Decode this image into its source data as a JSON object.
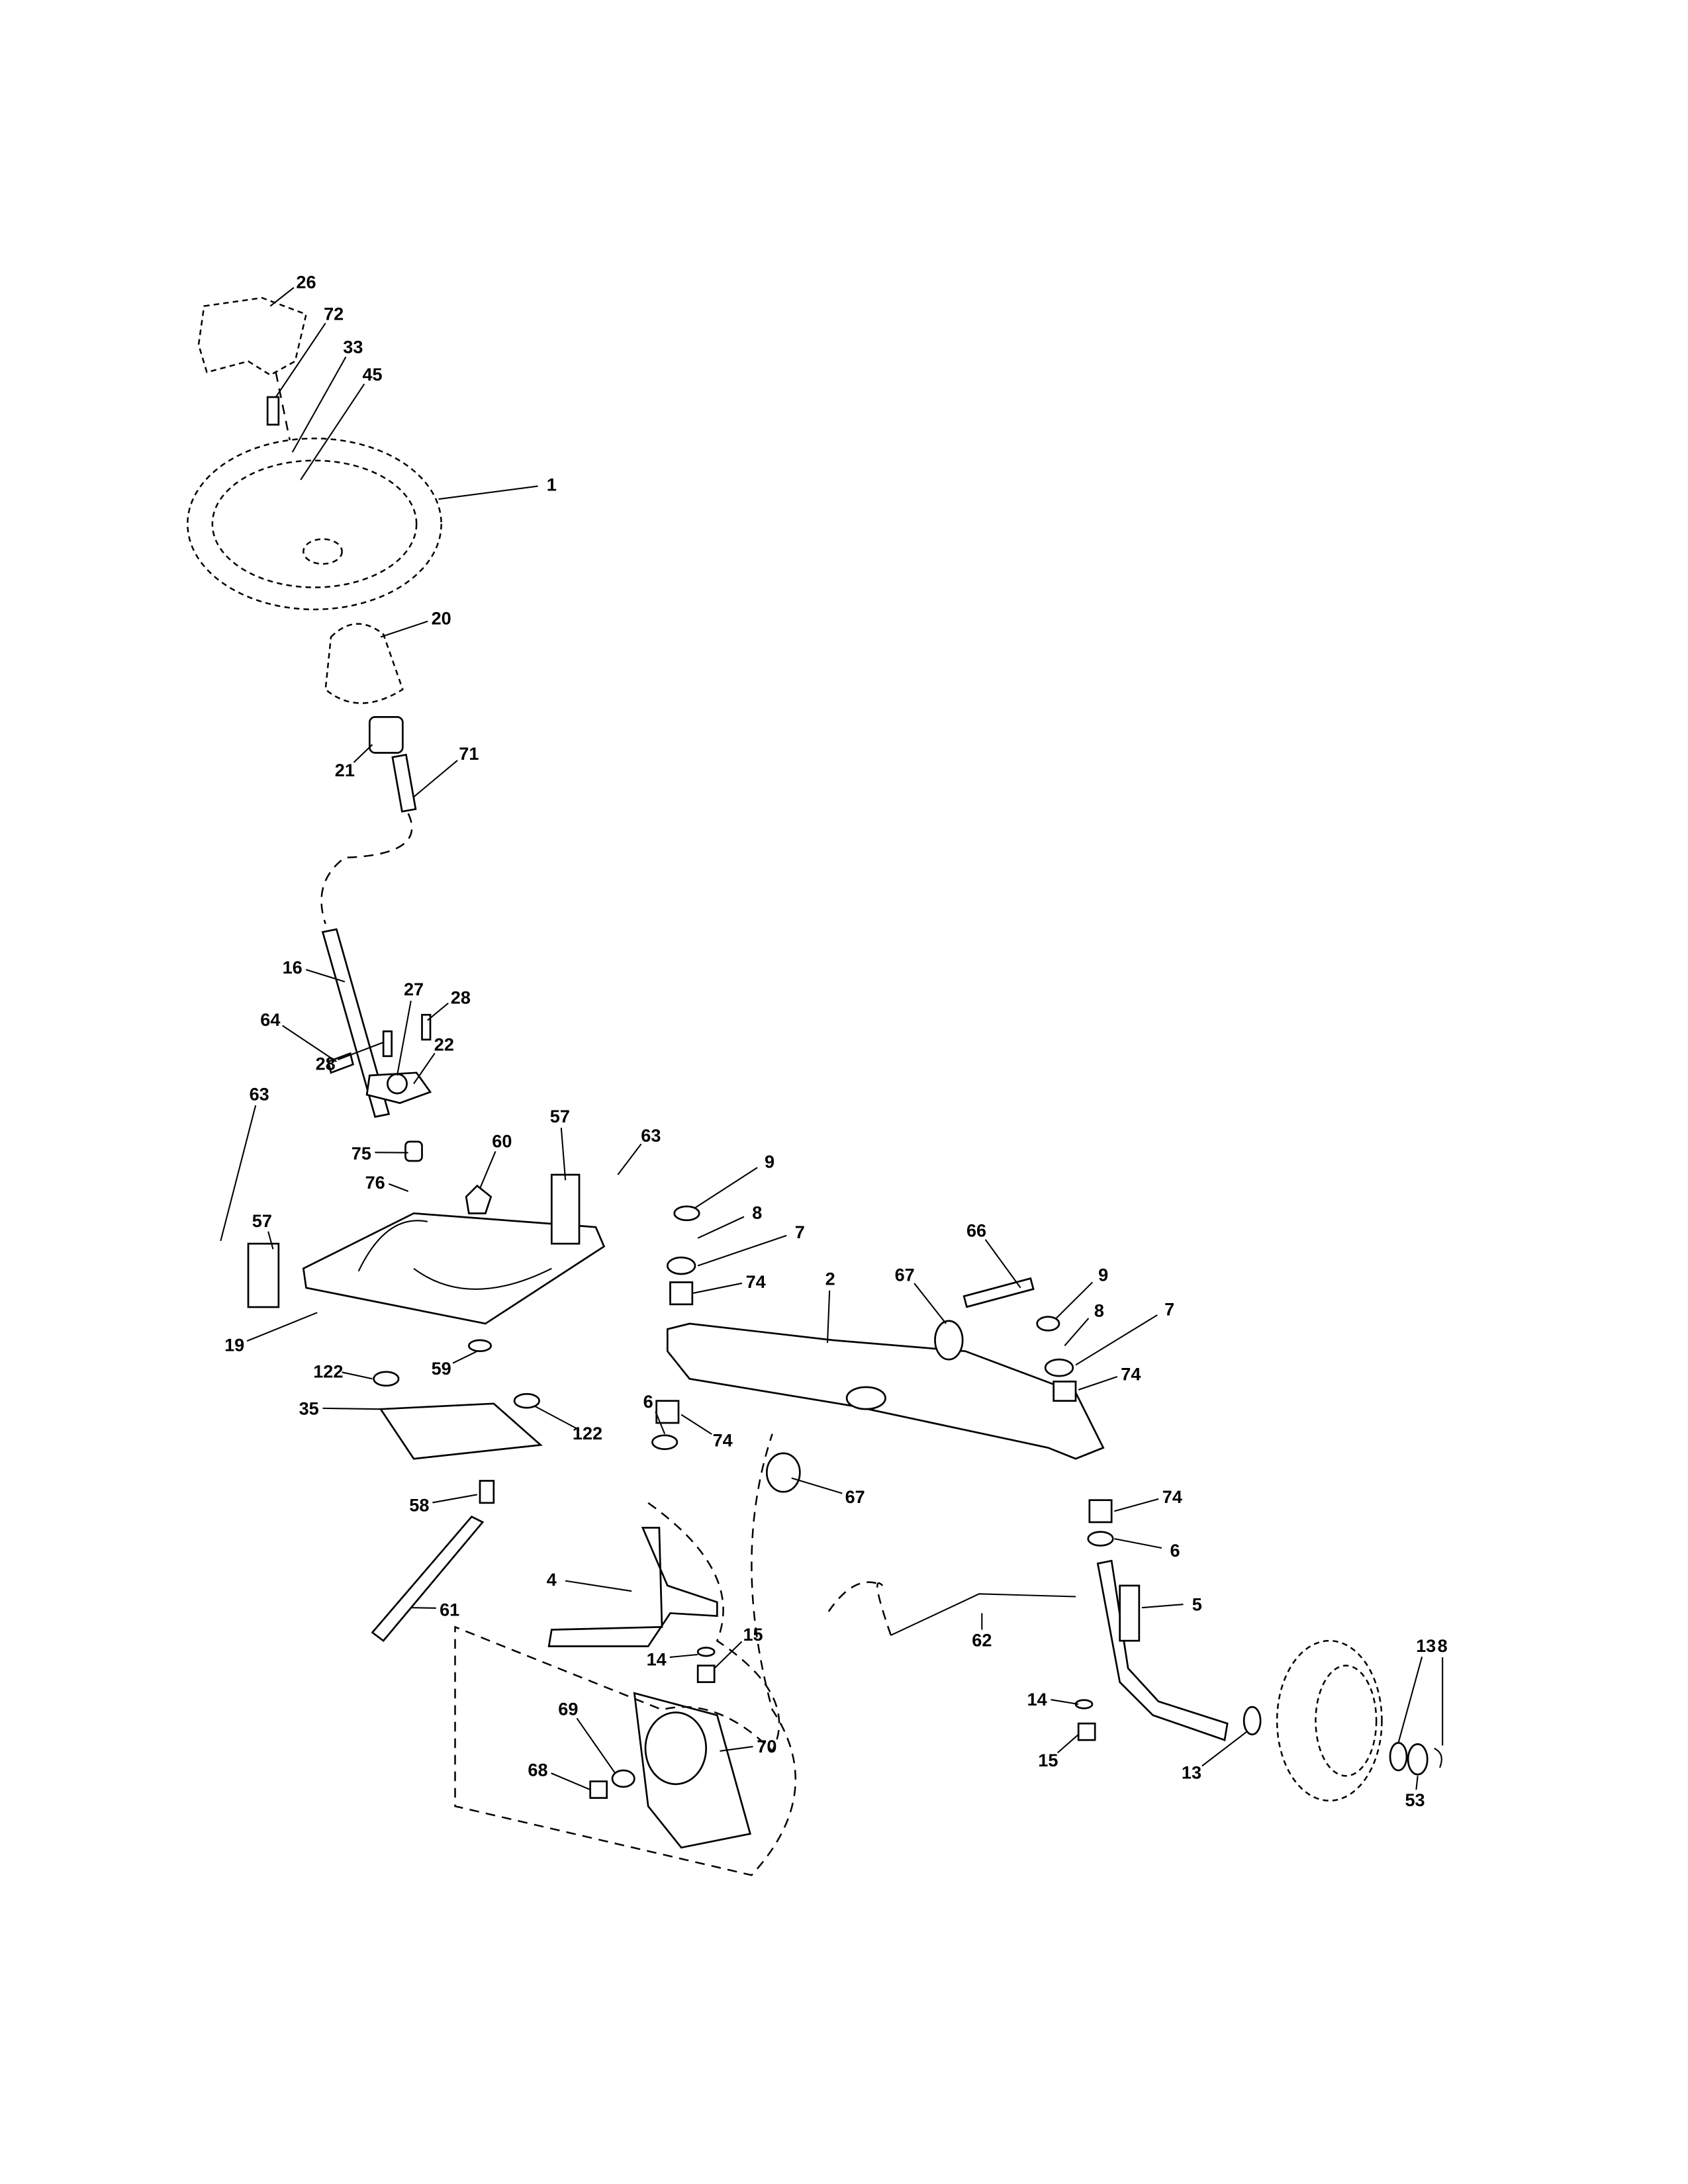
{
  "diagram": {
    "type": "exploded parts diagram",
    "callouts": [
      "26",
      "72",
      "33",
      "45",
      "1",
      "20",
      "21",
      "71",
      "16",
      "27",
      "28",
      "22",
      "64",
      "28",
      "63",
      "57",
      "63",
      "60",
      "75",
      "76",
      "9",
      "8",
      "7",
      "74",
      "57",
      "19",
      "66",
      "9",
      "8",
      "7",
      "67",
      "2",
      "74",
      "122",
      "59",
      "35",
      "122",
      "6",
      "74",
      "67",
      "74",
      "58",
      "6",
      "4",
      "5",
      "61",
      "14",
      "15",
      "62",
      "13",
      "8",
      "14",
      "69",
      "70",
      "13",
      "15",
      "68",
      "53"
    ]
  }
}
